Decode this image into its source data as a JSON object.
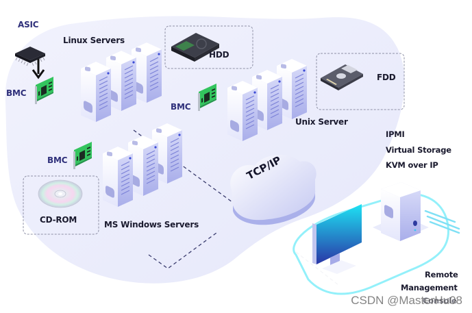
{
  "diagram": {
    "title": "IPMI / BMC remote management architecture",
    "labels": {
      "asic": "ASIC",
      "bmc_1": "BMC",
      "bmc_2": "BMC",
      "bmc_3": "BMC",
      "linux_servers": "Linux Servers",
      "hdd": "HDD",
      "fdd": "FDD",
      "unix_server": "Unix Server",
      "ms_windows_servers": "MS Windows Servers",
      "cd_rom": "CD-ROM",
      "network": "TCP/IP",
      "features": [
        "IPMI",
        "Virtual Storage",
        "KVM over IP"
      ],
      "remote_console": [
        "Remote",
        "Management",
        "Console"
      ]
    },
    "watermark": "CSDN @MasterHu08",
    "colors": {
      "blob": "#eceefb",
      "server_body": "#f4f5fe",
      "server_side": "#b9bdf0",
      "bmc_green": "#2fbf5a",
      "dash_line": "#3a3c6e",
      "monitor_top": "#19d6f0",
      "monitor_bottom": "#2a3aa8",
      "console_ring": "#7fe8f7",
      "label_blue": "#2e2f7a"
    },
    "icons": [
      "asic-chip-icon",
      "bmc-card-icon",
      "server-tower-icon",
      "hdd-icon",
      "floppy-disk-icon",
      "cd-rom-icon",
      "cloud-icon",
      "monitor-icon",
      "pc-tower-icon",
      "arrow-down-icon"
    ]
  }
}
